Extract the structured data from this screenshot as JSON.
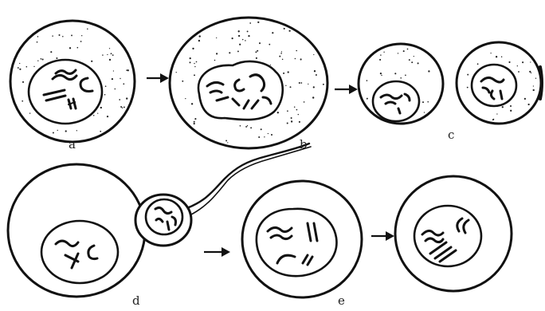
{
  "labels": {
    "a": "a",
    "b": "b",
    "c": "c",
    "d": "d",
    "e": "e"
  }
}
